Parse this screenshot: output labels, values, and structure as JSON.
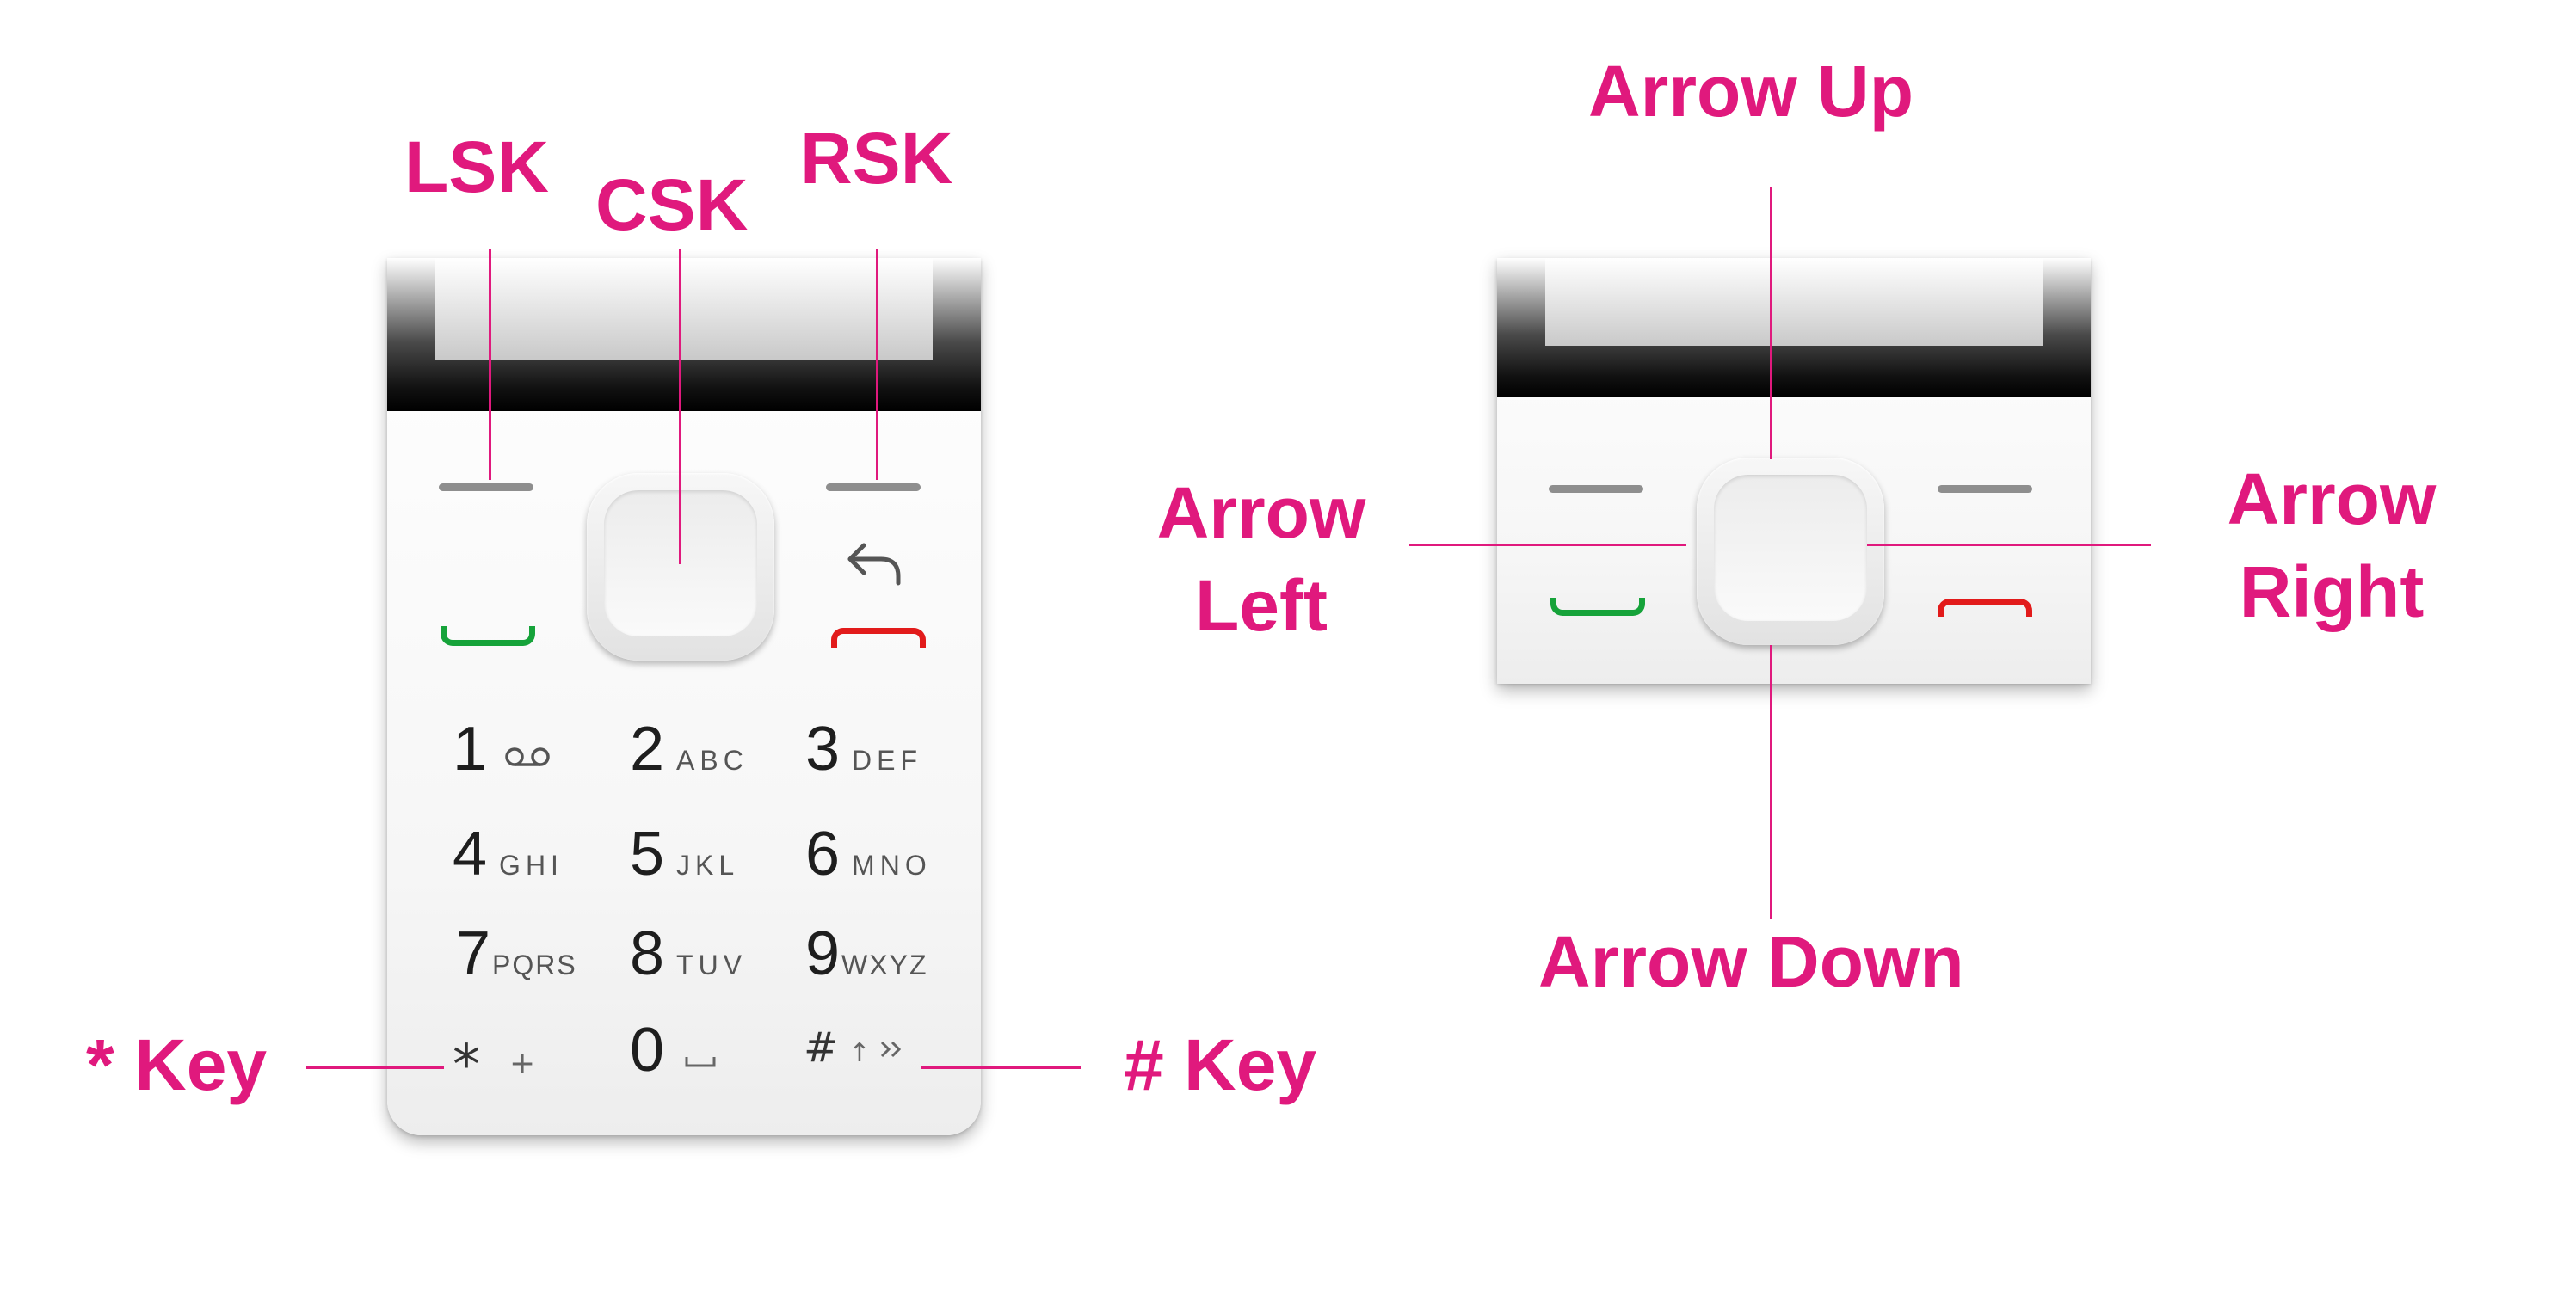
{
  "labels": {
    "lsk": "LSK",
    "csk": "CSK",
    "rsk": "RSK",
    "star_key": "* Key",
    "hash_key": "# Key",
    "arrow_up": "Arrow Up",
    "arrow_down": "Arrow Down",
    "arrow_left_line1": "Arrow",
    "arrow_left_line2": "Left",
    "arrow_right_line1": "Arrow",
    "arrow_right_line2": "Right"
  },
  "keypad": [
    {
      "num": "1",
      "letters": ""
    },
    {
      "num": "2",
      "letters": "ABC"
    },
    {
      "num": "3",
      "letters": "DEF"
    },
    {
      "num": "4",
      "letters": "GHI"
    },
    {
      "num": "5",
      "letters": "JKL"
    },
    {
      "num": "6",
      "letters": "MNO"
    },
    {
      "num": "7",
      "letters": "PQRS"
    },
    {
      "num": "8",
      "letters": "TUV"
    },
    {
      "num": "9",
      "letters": "WXYZ"
    },
    {
      "num": "0",
      "letters": ""
    }
  ],
  "bottom_row": {
    "star_symbol": "*",
    "plus": "+",
    "hash_symbol": "#",
    "shift": "↑"
  },
  "icons": {
    "voicemail": "voicemail-icon",
    "back": "back-arrow-icon",
    "space": "space-icon",
    "call": "call-key-icon",
    "end": "end-call-key-icon"
  },
  "colors": {
    "annotation": "#e0197d",
    "call_green": "#16a33a",
    "end_red": "#e21b1b"
  }
}
